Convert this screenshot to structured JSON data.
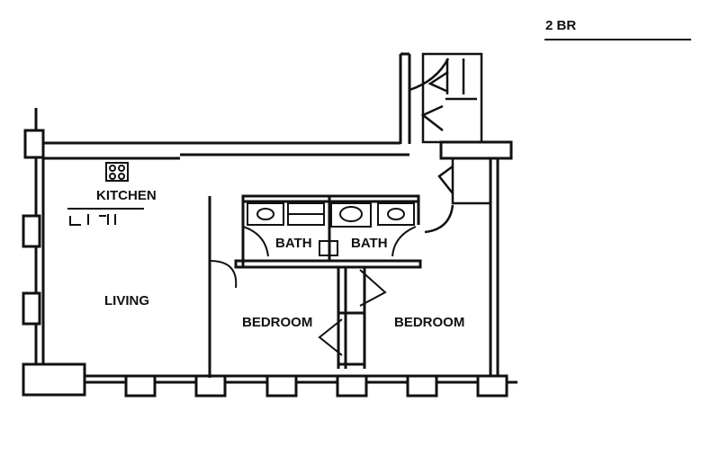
{
  "header": {
    "title": "2 BR"
  },
  "rooms": {
    "kitchen": "KITCHEN",
    "living": "LIVING",
    "bath1": "BATH",
    "bath2": "BATH",
    "bedroom1": "BEDROOM",
    "bedroom2": "BEDROOM"
  }
}
